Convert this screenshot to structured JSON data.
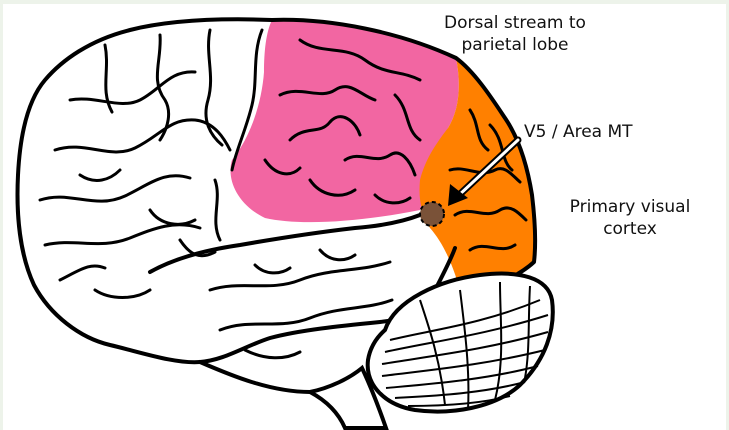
{
  "labels": {
    "dorsal_line1": "Dorsal stream to",
    "dorsal_line2": "parietal lobe",
    "v5": "V5 / Area MT",
    "primary_line1": "Primary visual",
    "primary_line2": "cortex"
  },
  "colors": {
    "dorsal_region": "#f266a2",
    "visual_cortex": "#ff8000",
    "area_mt": "#7a5238",
    "outline": "#000000",
    "frame": "#edf3ea"
  }
}
